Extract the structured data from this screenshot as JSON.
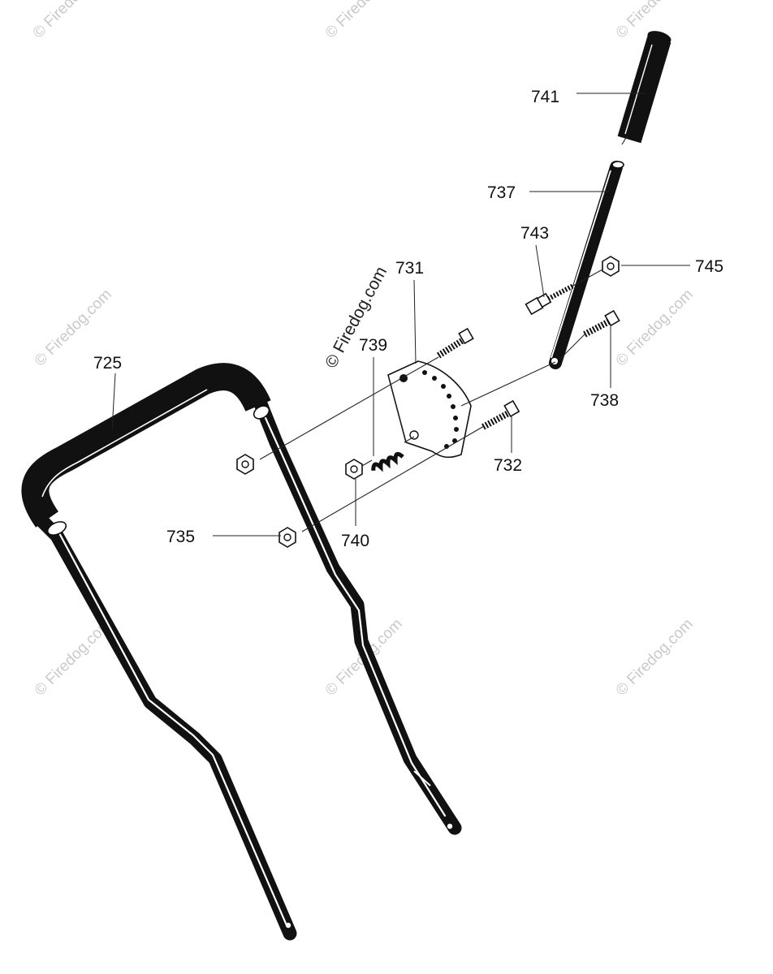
{
  "labels": {
    "p725": "725",
    "p731": "731",
    "p732": "732",
    "p735": "735",
    "p737": "737",
    "p738": "738",
    "p739": "739",
    "p740": "740",
    "p741": "741",
    "p743": "743",
    "p745": "745"
  },
  "watermark": {
    "main": "© Firedog.com",
    "repeat": "© Firedog.com"
  },
  "colors": {
    "ink": "#111111",
    "watermark": "#c9c9c9"
  }
}
